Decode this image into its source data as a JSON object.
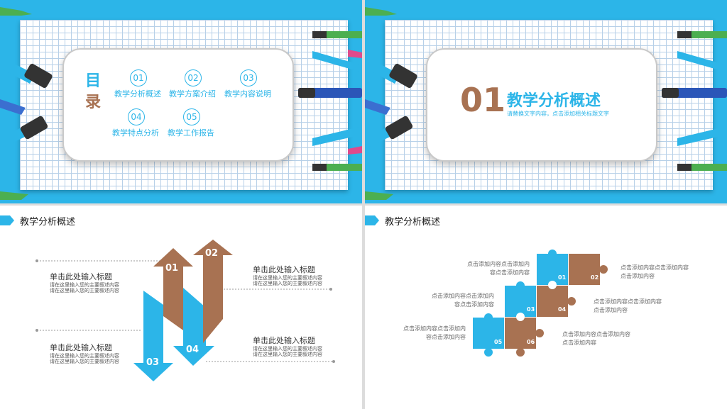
{
  "slide1": {
    "toc_title": "目录",
    "items": [
      {
        "num": "01",
        "label": "教学分析概述"
      },
      {
        "num": "02",
        "label": "教学方案介绍"
      },
      {
        "num": "03",
        "label": "教学内容说明"
      },
      {
        "num": "04",
        "label": "教学特点分析"
      },
      {
        "num": "05",
        "label": "教学工作报告"
      }
    ]
  },
  "slide2": {
    "number": "01",
    "title": "教学分析概述",
    "subtitle": "请替换文字内容，点击添加相关标题文字"
  },
  "slide3": {
    "header": "教学分析概述",
    "blocks": [
      {
        "title": "单击此处输入标题",
        "line1": "请在这里输入您的主要叙述内容",
        "line2": "请在这里输入您的主要叙述内容"
      },
      {
        "title": "单击此处输入标题",
        "line1": "请在这里输入您的主要叙述内容",
        "line2": "请在这里输入您的主要叙述内容"
      },
      {
        "title": "单击此处输入标题",
        "line1": "请在这里输入您的主要叙述内容",
        "line2": "请在这里输入您的主要叙述内容"
      },
      {
        "title": "单击此处输入标题",
        "line1": "请在这里输入您的主要叙述内容",
        "line2": "请在这里输入您的主要叙述内容"
      }
    ],
    "arrows": [
      "01",
      "02",
      "03",
      "04"
    ]
  },
  "slide4": {
    "header": "教学分析概述",
    "pieces": [
      "01",
      "02",
      "03",
      "04",
      "05",
      "06"
    ],
    "texts": [
      {
        "line1": "点击添加内容点击添加内",
        "line2": "容点击添加内容"
      },
      {
        "line1": "点击添加内容点击添加内容",
        "line2": "点击添加内容"
      },
      {
        "line1": "点击添加内容点击添加内",
        "line2": "容点击添加内容"
      },
      {
        "line1": "点击添加内容点击添加内容",
        "line2": "点击添加内容"
      },
      {
        "line1": "点击添加内容点击添加内",
        "line2": "容点击添加内容"
      },
      {
        "line1": "点击添加内容点击添加内容",
        "line2": "点击添加内容"
      }
    ]
  },
  "colors": {
    "blue": "#2cb5e8",
    "brown": "#a87252",
    "gray_text": "#666666"
  }
}
